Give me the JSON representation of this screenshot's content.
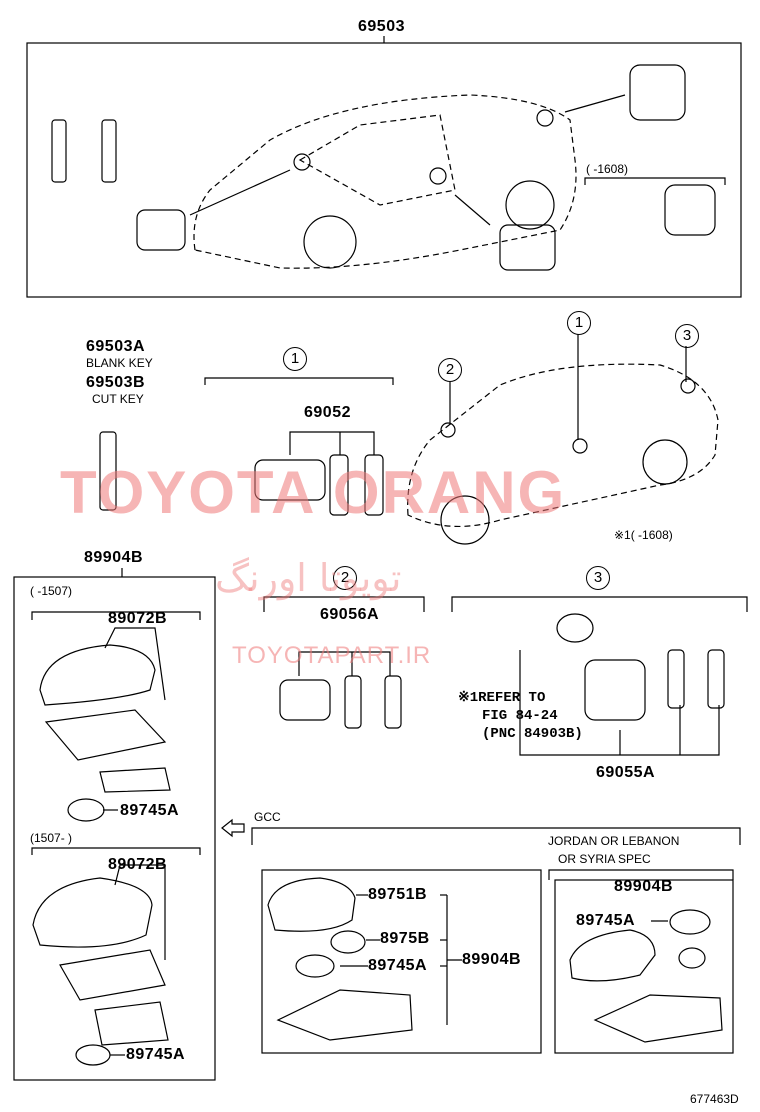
{
  "diagram": {
    "top_part_no": "69503",
    "blank_key_part": "69503A",
    "blank_key_label": "BLANK KEY",
    "cut_key_part": "69503B",
    "cut_key_label": "CUT KEY",
    "part_69052": "69052",
    "part_89904b_main": "89904B",
    "range_pre_1507": "(      -1507)",
    "range_post_1507": "(1507-       )",
    "part_89072b_a": "89072B",
    "part_89745a_a": "89745A",
    "part_89072b_b": "89072B",
    "part_89745a_b": "89745A",
    "part_69056a": "69056A",
    "part_69055a": "69055A",
    "refer_line1": "※1REFER TO",
    "refer_line2": "FIG 84-24",
    "refer_line3": "(PNC 84903B)",
    "range_top_right": "(     -1608)",
    "note_1608": "※1(     -1608)",
    "gcc_label": "GCC",
    "jordan_line1": "JORDAN OR LEBANON",
    "jordan_line2": "OR SYRIA SPEC",
    "part_89904b_jordan": "89904B",
    "part_89745a_jordan": "89745A",
    "part_89751b": "89751B",
    "part_8975b": "8975B",
    "part_89745a_gcc": "89745A",
    "part_89904b_gcc": "89904B",
    "circle_1": "1",
    "circle_2": "2",
    "circle_3": "3",
    "drawing_no": "677463D",
    "arrow_icon": "left-arrow-icon"
  },
  "watermark": {
    "latin": "TOYOTA ORANG",
    "persian": "تویوتا اورنگ",
    "site": "TOYOTAPART.IR",
    "color": "#ee7878"
  }
}
